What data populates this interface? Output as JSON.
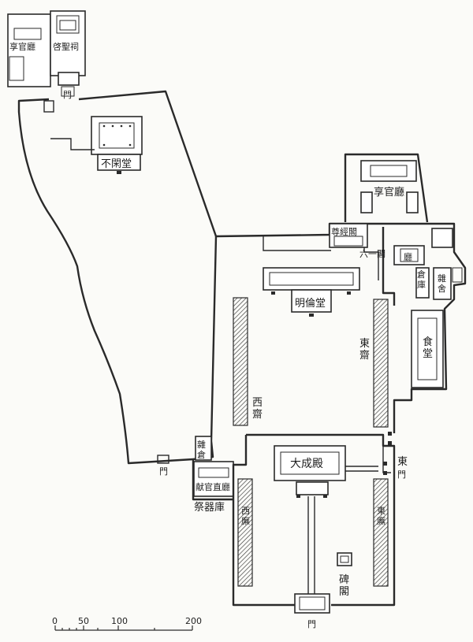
{
  "labels": {
    "xiang_guan_ting_nw": "享官廳",
    "ji_sheng_ci": "啓聖祠",
    "men_nw": "門",
    "bu_xian_tang": "不閑堂",
    "xiang_guan_ting_ne": "享官廳",
    "zun_jing_ge": "尊經閣",
    "liu_ge": "六一閣",
    "ting": "廳",
    "cang_ku": "倉庫",
    "za_she": "雜舍",
    "ming_lun_tang": "明倫堂",
    "xi_zhai": "西齋",
    "dong_zhai": "東齋",
    "shi_tang": "食堂",
    "za_cang": "雜倉",
    "men_w": "門",
    "xian_guan_zhi_ting": "献官直廳",
    "ji_qi_ku": "祭器庫",
    "da_cheng_dian": "大成殿",
    "men_e_1": "東",
    "men_e_2": "門",
    "xi_wu": "西廡",
    "dong_wu": "東廡",
    "bei_ge": "碑閣",
    "men_s": "門"
  },
  "scale": {
    "ticks": [
      "0",
      "50",
      "100",
      "200"
    ]
  }
}
